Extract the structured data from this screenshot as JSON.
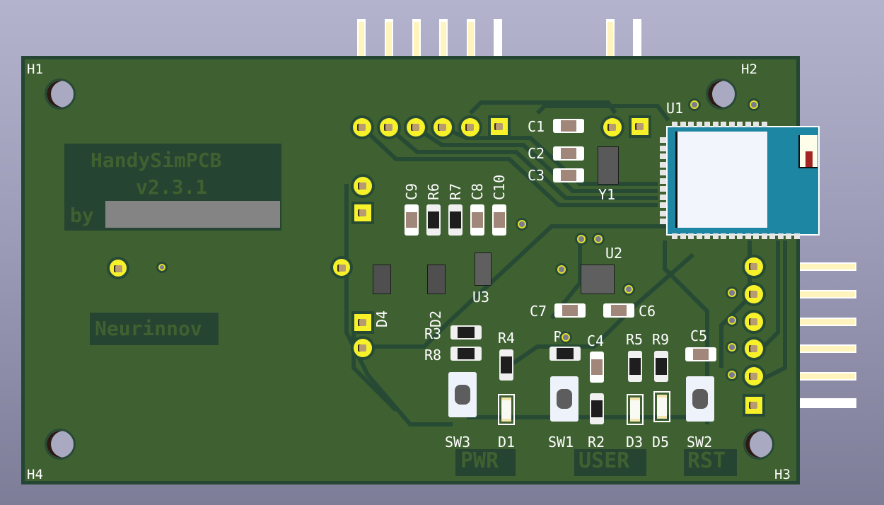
{
  "viewer": {
    "type": "KiCad 3D PCB render",
    "background": [
      "#b3b3cd",
      "#7d7d98"
    ]
  },
  "board": {
    "colors": {
      "soldermask": "#3f6131",
      "edge": "#244632",
      "silkscreen": "#ffffff",
      "pad_gold": "#f7f12a",
      "module": "#1d87a3"
    },
    "mounting_holes": [
      {
        "label": "H1"
      },
      {
        "label": "H2"
      },
      {
        "label": "H3"
      },
      {
        "label": "H4"
      }
    ],
    "title_block": {
      "name": "HandySimPCB",
      "version": "v2.3.1",
      "by": "by"
    },
    "brand": "Neurinnov",
    "button_labels": {
      "pwr": "PWR",
      "user": "USER",
      "rst": "RST"
    }
  },
  "components": {
    "caps": {
      "C1": "C1",
      "C2": "C2",
      "C3": "C3",
      "C4": "C4",
      "C5": "C5",
      "C6": "C6",
      "C7": "C7",
      "C8": "C8",
      "C9": "C9",
      "C10": "C10"
    },
    "resistors": {
      "R1": "R1",
      "R2": "R2",
      "R3": "R3",
      "R4": "R4",
      "R5": "R5",
      "R6": "R6",
      "R7": "R7",
      "R8": "R8",
      "R9": "R9"
    },
    "diodes": {
      "D1": "D1",
      "D2": "D2",
      "D3": "D3",
      "D4": "D4",
      "D5": "D5"
    },
    "switches": {
      "SW1": "SW1",
      "SW2": "SW2",
      "SW3": "SW3"
    },
    "ics": {
      "U1": "U1",
      "U2": "U2",
      "U3": "U3"
    },
    "crystal": {
      "Y1": "Y1"
    }
  }
}
